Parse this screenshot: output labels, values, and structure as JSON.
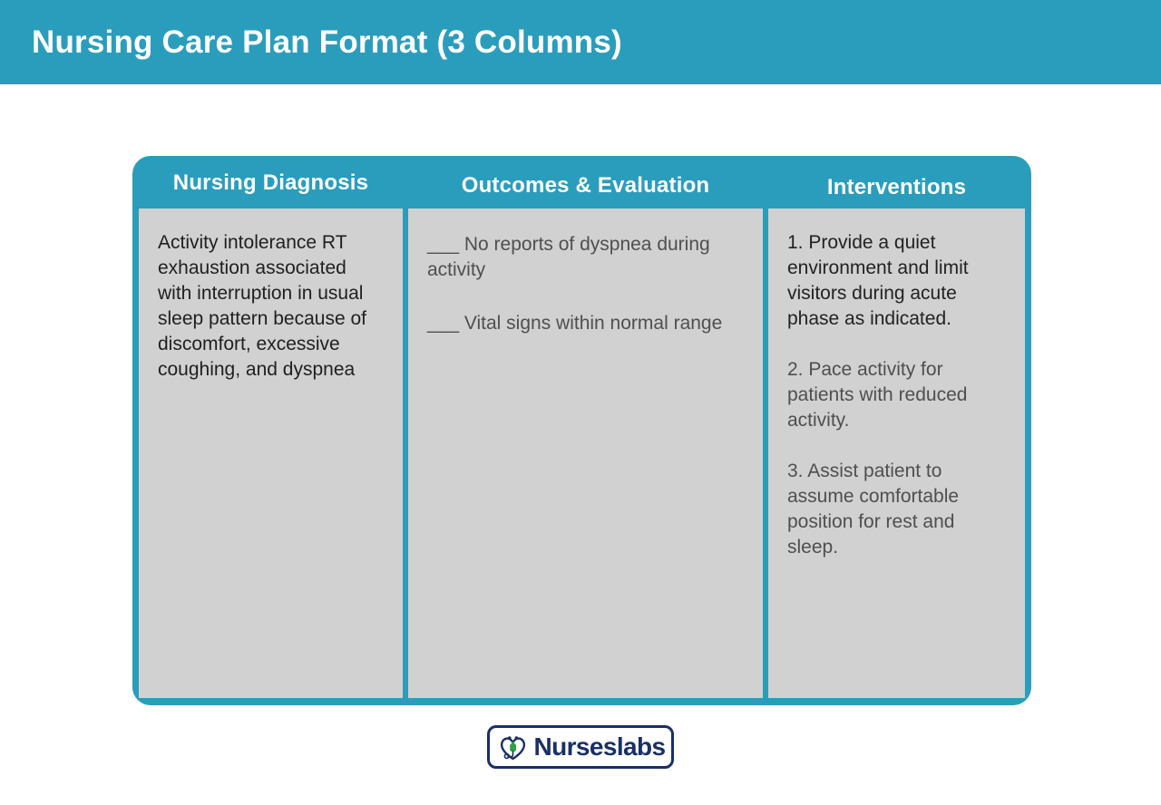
{
  "page": {
    "title": "Nursing Care Plan Format (3 Columns)"
  },
  "colors": {
    "teal": "#2B9DBC",
    "cell_gray": "#D1D1D1",
    "navy": "#1A2F66",
    "flask_green": "#2F9E44",
    "dark_text": "#1f1f1f",
    "gray_text": "#4f4f4f"
  },
  "table": {
    "columns": [
      {
        "header": "Nursing Diagnosis",
        "paragraphs": [
          "Activity intolerance RT exhaustion associated with interruption in usual sleep pattern because of discomfort, excessive coughing, and dyspnea"
        ]
      },
      {
        "header": "Outcomes & Evaluation",
        "paragraphs": [
          "___ No reports of dyspnea during activity",
          "___ Vital signs within normal range"
        ]
      },
      {
        "header": "Interventions",
        "paragraphs": [
          "1. Provide a quiet environment and limit visitors during acute phase as indicated.",
          "2. Pace activity for patients with reduced activity.",
          "3. Assist patient to assume comfortable position for rest and sleep."
        ]
      }
    ]
  },
  "footer": {
    "brand": "Nurseslabs",
    "logo_icon": "heart-stethoscope-icon"
  }
}
